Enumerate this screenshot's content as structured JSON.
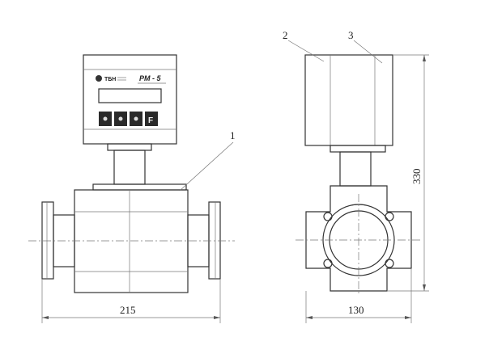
{
  "labels": {
    "callout_1": "1",
    "callout_2": "2",
    "callout_3": "3"
  },
  "dimensions": {
    "length": "215",
    "width": "130",
    "height": "330"
  },
  "display": {
    "brand": "ТБН",
    "model": "РМ - 5",
    "function_key": "F"
  }
}
